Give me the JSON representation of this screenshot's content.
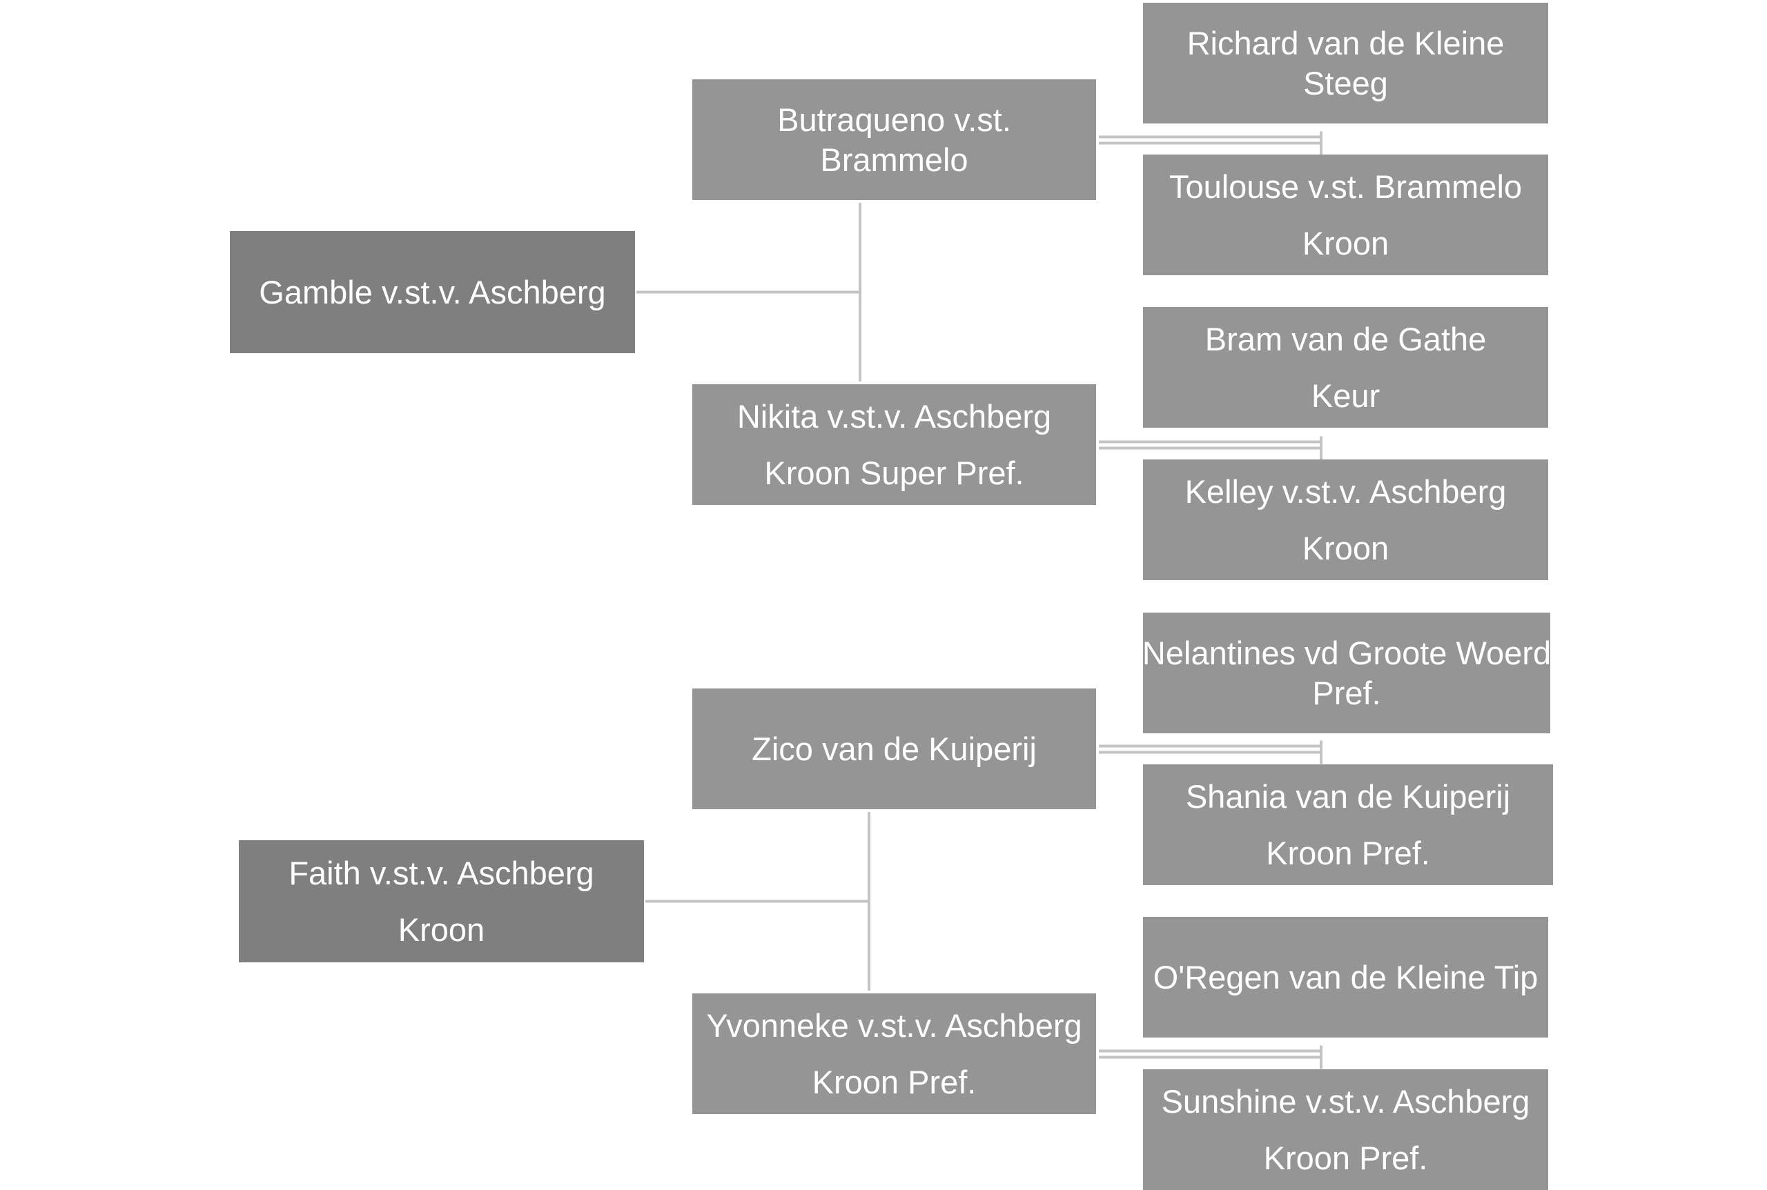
{
  "pedigree": {
    "dogs": [
      {
        "id": "gamble",
        "lines": [
          "Gamble v.st.v. Aschberg"
        ]
      },
      {
        "id": "butraqueno",
        "lines": [
          "Butraqueno v.st.",
          "Brammelo"
        ]
      },
      {
        "id": "nikita",
        "lines": [
          "Nikita v.st.v. Aschberg",
          "Kroon Super Pref."
        ]
      },
      {
        "id": "richard",
        "lines": [
          "Richard van de Kleine",
          "Steeg"
        ]
      },
      {
        "id": "toulouse",
        "lines": [
          "Toulouse v.st. Brammelo",
          "Kroon"
        ]
      },
      {
        "id": "bram",
        "lines": [
          "Bram van de Gathe",
          "Keur"
        ]
      },
      {
        "id": "kelley",
        "lines": [
          "Kelley v.st.v. Aschberg",
          "Kroon"
        ]
      },
      {
        "id": "faith",
        "lines": [
          "Faith v.st.v. Aschberg",
          "Kroon"
        ]
      },
      {
        "id": "zico",
        "lines": [
          "Zico van de Kuiperij"
        ]
      },
      {
        "id": "yvonneke",
        "lines": [
          "Yvonneke v.st.v. Aschberg",
          "Kroon Pref."
        ]
      },
      {
        "id": "nelantines",
        "lines": [
          "Nelantines vd Groote Woerd",
          "Pref."
        ]
      },
      {
        "id": "shania",
        "lines": [
          "Shania van de Kuiperij",
          "Kroon Pref."
        ]
      },
      {
        "id": "oregen",
        "lines": [
          "O'Regen van de Kleine Tip"
        ]
      },
      {
        "id": "sunshine",
        "lines": [
          "Sunshine v.st.v. Aschberg",
          "Kroon Pref."
        ]
      }
    ],
    "links": [
      {
        "from": "gamble",
        "to": [
          "butraqueno",
          "nikita"
        ]
      },
      {
        "from": "butraqueno",
        "to": [
          "richard",
          "toulouse"
        ]
      },
      {
        "from": "nikita",
        "to": [
          "bram",
          "kelley"
        ]
      },
      {
        "from": "faith",
        "to": [
          "zico",
          "yvonneke"
        ]
      },
      {
        "from": "zico",
        "to": [
          "nelantines",
          "shania"
        ]
      },
      {
        "from": "yvonneke",
        "to": [
          "oregen",
          "sunshine"
        ]
      }
    ]
  }
}
